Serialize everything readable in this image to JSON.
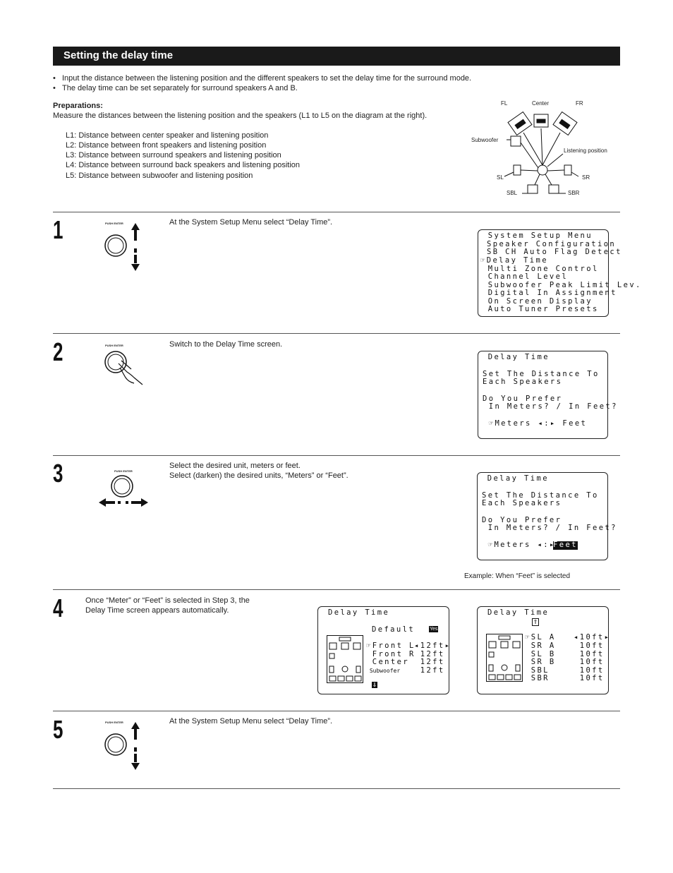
{
  "section_title": "Setting the delay time",
  "bullets": [
    "Input the distance between the listening position and the different speakers to set the delay time for the surround mode.",
    "The delay time can be set separately for surround speakers A and B."
  ],
  "preparations": {
    "heading": "Preparations:",
    "text": "Measure the distances between the listening position and the speakers (L1 to L5 on the diagram at the right).",
    "items": [
      "L1:  Distance between center speaker and listening position",
      "L2:  Distance between front speakers and listening position",
      "L3:  Distance between surround speakers and listening position",
      "L4:  Distance between surround back speakers and listening position",
      "L5:  Distance between subwoofer and listening position"
    ]
  },
  "diagram": {
    "fl": "FL",
    "center": "Center",
    "fr": "FR",
    "subwoofer": "Subwoofer",
    "listening": "Listening position",
    "sl": "SL",
    "sr": "SR",
    "sbl": "SBL",
    "sbr": "SBR"
  },
  "knob_label": "PUSH ENTER",
  "steps": [
    {
      "num": "1",
      "text": "At the System Setup Menu select “Delay Time”.",
      "screen": [
        " System Setup Menu",
        "Speaker Configuration",
        "SB CH Auto Flag Detect",
        "☞Delay Time",
        " Multi Zone Control",
        " Channel Level",
        " Subwoofer Peak Limit Lev.",
        " Digital In Assignment",
        " On Screen Display",
        " Auto Tuner Presets"
      ]
    },
    {
      "num": "2",
      "text": "Switch to the Delay Time screen.",
      "screen": [
        " Delay Time",
        "",
        "Set The Distance To",
        "Each Speakers",
        "",
        "Do You Prefer",
        " In Meters? / In Feet?",
        "",
        " ☞Meters ◂:▸ Feet"
      ]
    },
    {
      "num": "3",
      "text_lines": [
        "Select the desired unit, meters or feet.",
        "Select (darken) the desired units, “Meters” or “Feet”."
      ],
      "screen": [
        " Delay Time",
        "",
        "Set The Distance To",
        "Each Speakers",
        "",
        "Do You Prefer",
        " In Meters? / In Feet?",
        "",
        " ☞Meters ◂:▸ "
      ],
      "screen_highlight": "Feet",
      "caption": "Example: When “Feet” is selected"
    },
    {
      "num": "4",
      "text_lines": [
        "Once “Meter” or “Feet” is selected in Step 3, the",
        "Delay Time screen appears automatically."
      ],
      "screen_a": {
        "title": "Delay Time",
        "default_label": "Default",
        "default_value": "Yes",
        "rows": [
          {
            "label": "☞Front L",
            "value": "◂12ft▸"
          },
          {
            "label": " Front R",
            "value": " 12ft"
          },
          {
            "label": " Center",
            "value": " 12ft"
          },
          {
            "label": " Subwoofer",
            "value": " 12ft"
          }
        ]
      },
      "screen_b": {
        "title": "Delay Time",
        "rows": [
          {
            "label": "☞SL A",
            "value": "◂10ft▸"
          },
          {
            "label": " SR A",
            "value": " 10ft"
          },
          {
            "label": " SL B",
            "value": " 10ft"
          },
          {
            "label": " SR B",
            "value": " 10ft"
          },
          {
            "label": " SBL",
            "value": " 10ft"
          },
          {
            "label": " SBR",
            "value": " 10ft"
          }
        ]
      }
    },
    {
      "num": "5",
      "text": "At the System Setup Menu select “Delay Time”."
    }
  ]
}
